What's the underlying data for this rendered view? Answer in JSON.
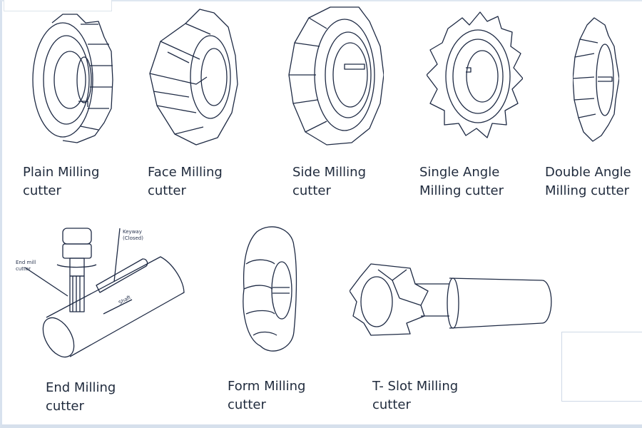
{
  "cutters": [
    {
      "id": "plain",
      "label": "Plain Milling\ncutter"
    },
    {
      "id": "face",
      "label": "Face Milling\ncutter"
    },
    {
      "id": "side",
      "label": "Side Milling\ncutter"
    },
    {
      "id": "single-angle",
      "label": "Single Angle\nMilling cutter"
    },
    {
      "id": "double-angle",
      "label": "Double Angle\nMilling cutter"
    },
    {
      "id": "end",
      "label": "End Milling\ncutter"
    },
    {
      "id": "form",
      "label": "Form Milling\ncutter"
    },
    {
      "id": "t-slot",
      "label": "T- Slot Milling\ncutter"
    }
  ],
  "end_mill_annotations": {
    "keyway": "Keyway",
    "keyway_sub": "(Closed)",
    "cutter": "End mill",
    "cutter_sub": "cutter",
    "shaft": "Shaft"
  },
  "colors": {
    "line": "#1e2a44",
    "text": "#1f2a3c",
    "frame": "#d8e2ee"
  }
}
